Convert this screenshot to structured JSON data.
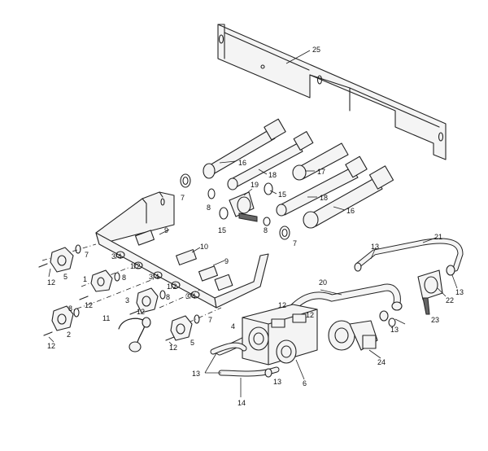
{
  "callouts": {
    "c1": "1",
    "c2": "2",
    "c3": "3",
    "c4": "4",
    "c5a": "5",
    "c5b": "5",
    "c6": "6",
    "c7a": "7",
    "c7b": "7",
    "c7c": "7",
    "c7d": "7",
    "c8a": "8",
    "c8b": "8",
    "c8c": "8",
    "c8d": "8",
    "c8e": "8",
    "c9a": "9",
    "c9b": "9",
    "c10": "10",
    "c11": "11",
    "c12a": "12",
    "c12b": "12",
    "c12c": "12",
    "c12d": "12",
    "c12e": "12",
    "c12f": "12",
    "c12g": "12",
    "c13a": "13",
    "c13b": "13",
    "c13c": "13",
    "c13d": "13",
    "c13e": "13",
    "c14": "14",
    "c15a": "15",
    "c15b": "15",
    "c16a": "16",
    "c16b": "16",
    "c17": "17",
    "c18a": "18",
    "c18b": "18",
    "c19": "19",
    "c20": "20",
    "c21": "21",
    "c22": "22",
    "c23": "23",
    "c24": "24",
    "c25": "25"
  },
  "bracket_labels": {
    "port1": "3/4",
    "port2": "1/2",
    "port3": "3/4",
    "port4": "1/2",
    "port5": "3/4"
  },
  "colors": {
    "line": "#222222",
    "background": "#ffffff"
  }
}
